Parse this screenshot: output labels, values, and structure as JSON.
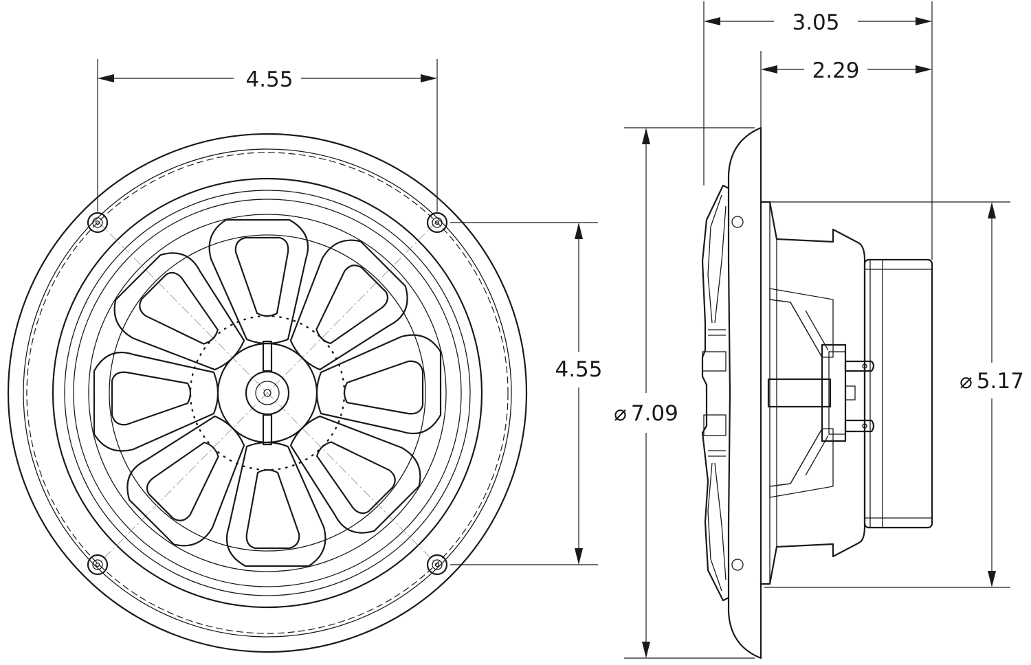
{
  "dimensions": {
    "front_horizontal": "4.55",
    "front_vertical": "4.55",
    "overall_depth": "3.05",
    "mount_depth": "2.29",
    "outer_diameter_symbol": "⌀",
    "outer_diameter": "7.09",
    "cutout_diameter_symbol": "⌀",
    "cutout_diameter": "5.17"
  }
}
